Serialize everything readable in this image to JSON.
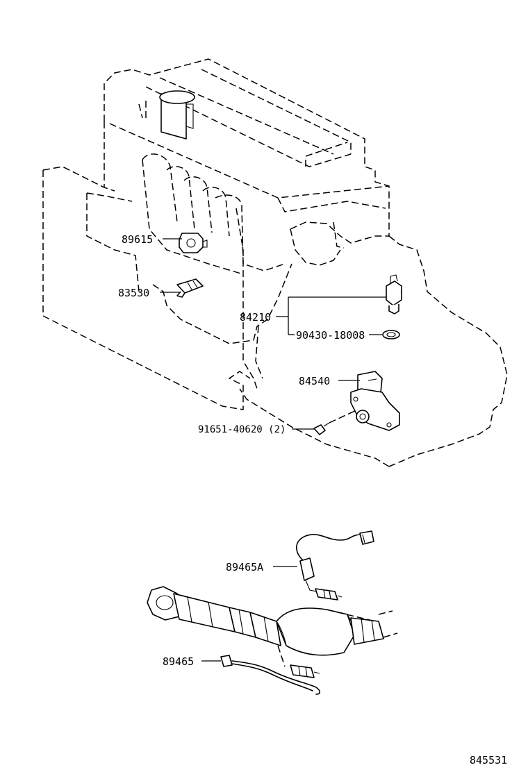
{
  "labels": {
    "p89615": "89615",
    "p83530": "83530",
    "p84210": "84210",
    "p90430": "90430-18008",
    "p84540": "84540",
    "p91651": "91651-40620 (2)",
    "p89465A": "89465A",
    "p89465": "89465"
  },
  "figure_id": "845531"
}
